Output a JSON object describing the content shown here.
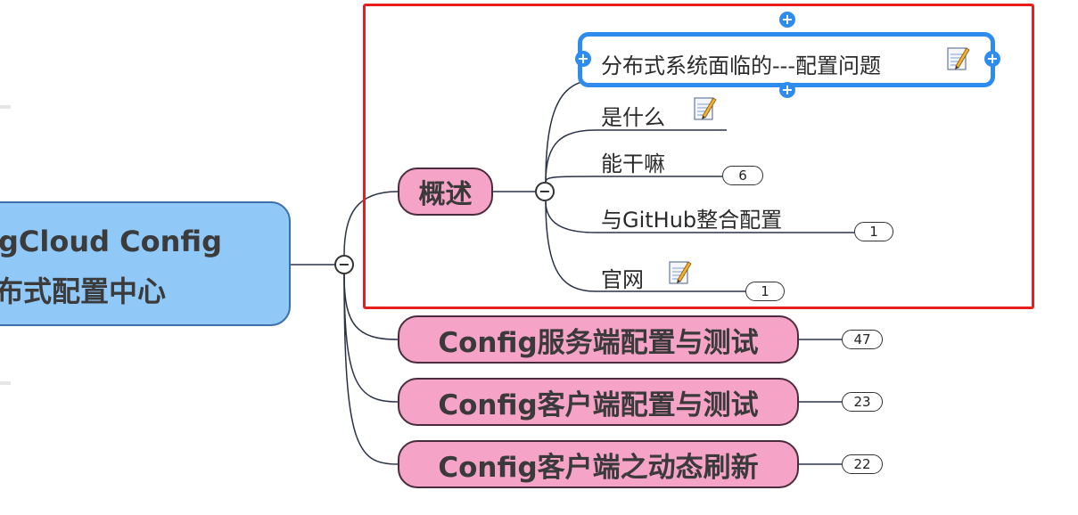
{
  "central_topic": {
    "line1": "gCloud Config",
    "line2": "布式配置中心"
  },
  "main_topics": [
    {
      "label": "概述"
    },
    {
      "label": "Config服务端配置与测试",
      "count": "47"
    },
    {
      "label": "Config客户端配置与测试",
      "count": "23"
    },
    {
      "label": "Config客户端之动态刷新",
      "count": "22"
    }
  ],
  "overview_subtopics": [
    {
      "label": "分布式系统面临的---配置问题",
      "icon": "note-icon",
      "selected": true
    },
    {
      "label": "是什么",
      "icon": "note-icon"
    },
    {
      "label": "能干嘛",
      "count": "6"
    },
    {
      "label": "与GitHub整合配置",
      "count": "1"
    },
    {
      "label": "官网",
      "icon": "note-icon",
      "count": "1"
    }
  ],
  "toggles": {
    "central": "−",
    "overview": "−"
  },
  "colors": {
    "central_fill": "#90c8f8",
    "topic_fill": "#f6a3c8",
    "selection": "#2f8cef",
    "highlight_box": "#e61e1e"
  }
}
